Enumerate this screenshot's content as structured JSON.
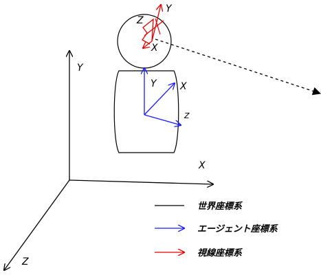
{
  "colors": {
    "world": "#000000",
    "agent": "#1a1aff",
    "gaze": "#e00000"
  },
  "world_axes": {
    "x_label": "X",
    "y_label": "Y",
    "z_label": "Z"
  },
  "agent_axes": {
    "x_label": "X",
    "y_label": "Y",
    "z_label": "Z"
  },
  "gaze_axes": {
    "x_label": "X",
    "y_label": "Y",
    "z_label": "Z"
  },
  "legend": [
    {
      "label": "世界座標系",
      "color": "#000000"
    },
    {
      "label": "エージェント座標系",
      "color": "#1a1aff"
    },
    {
      "label": "視線座標系",
      "color": "#e00000"
    }
  ]
}
